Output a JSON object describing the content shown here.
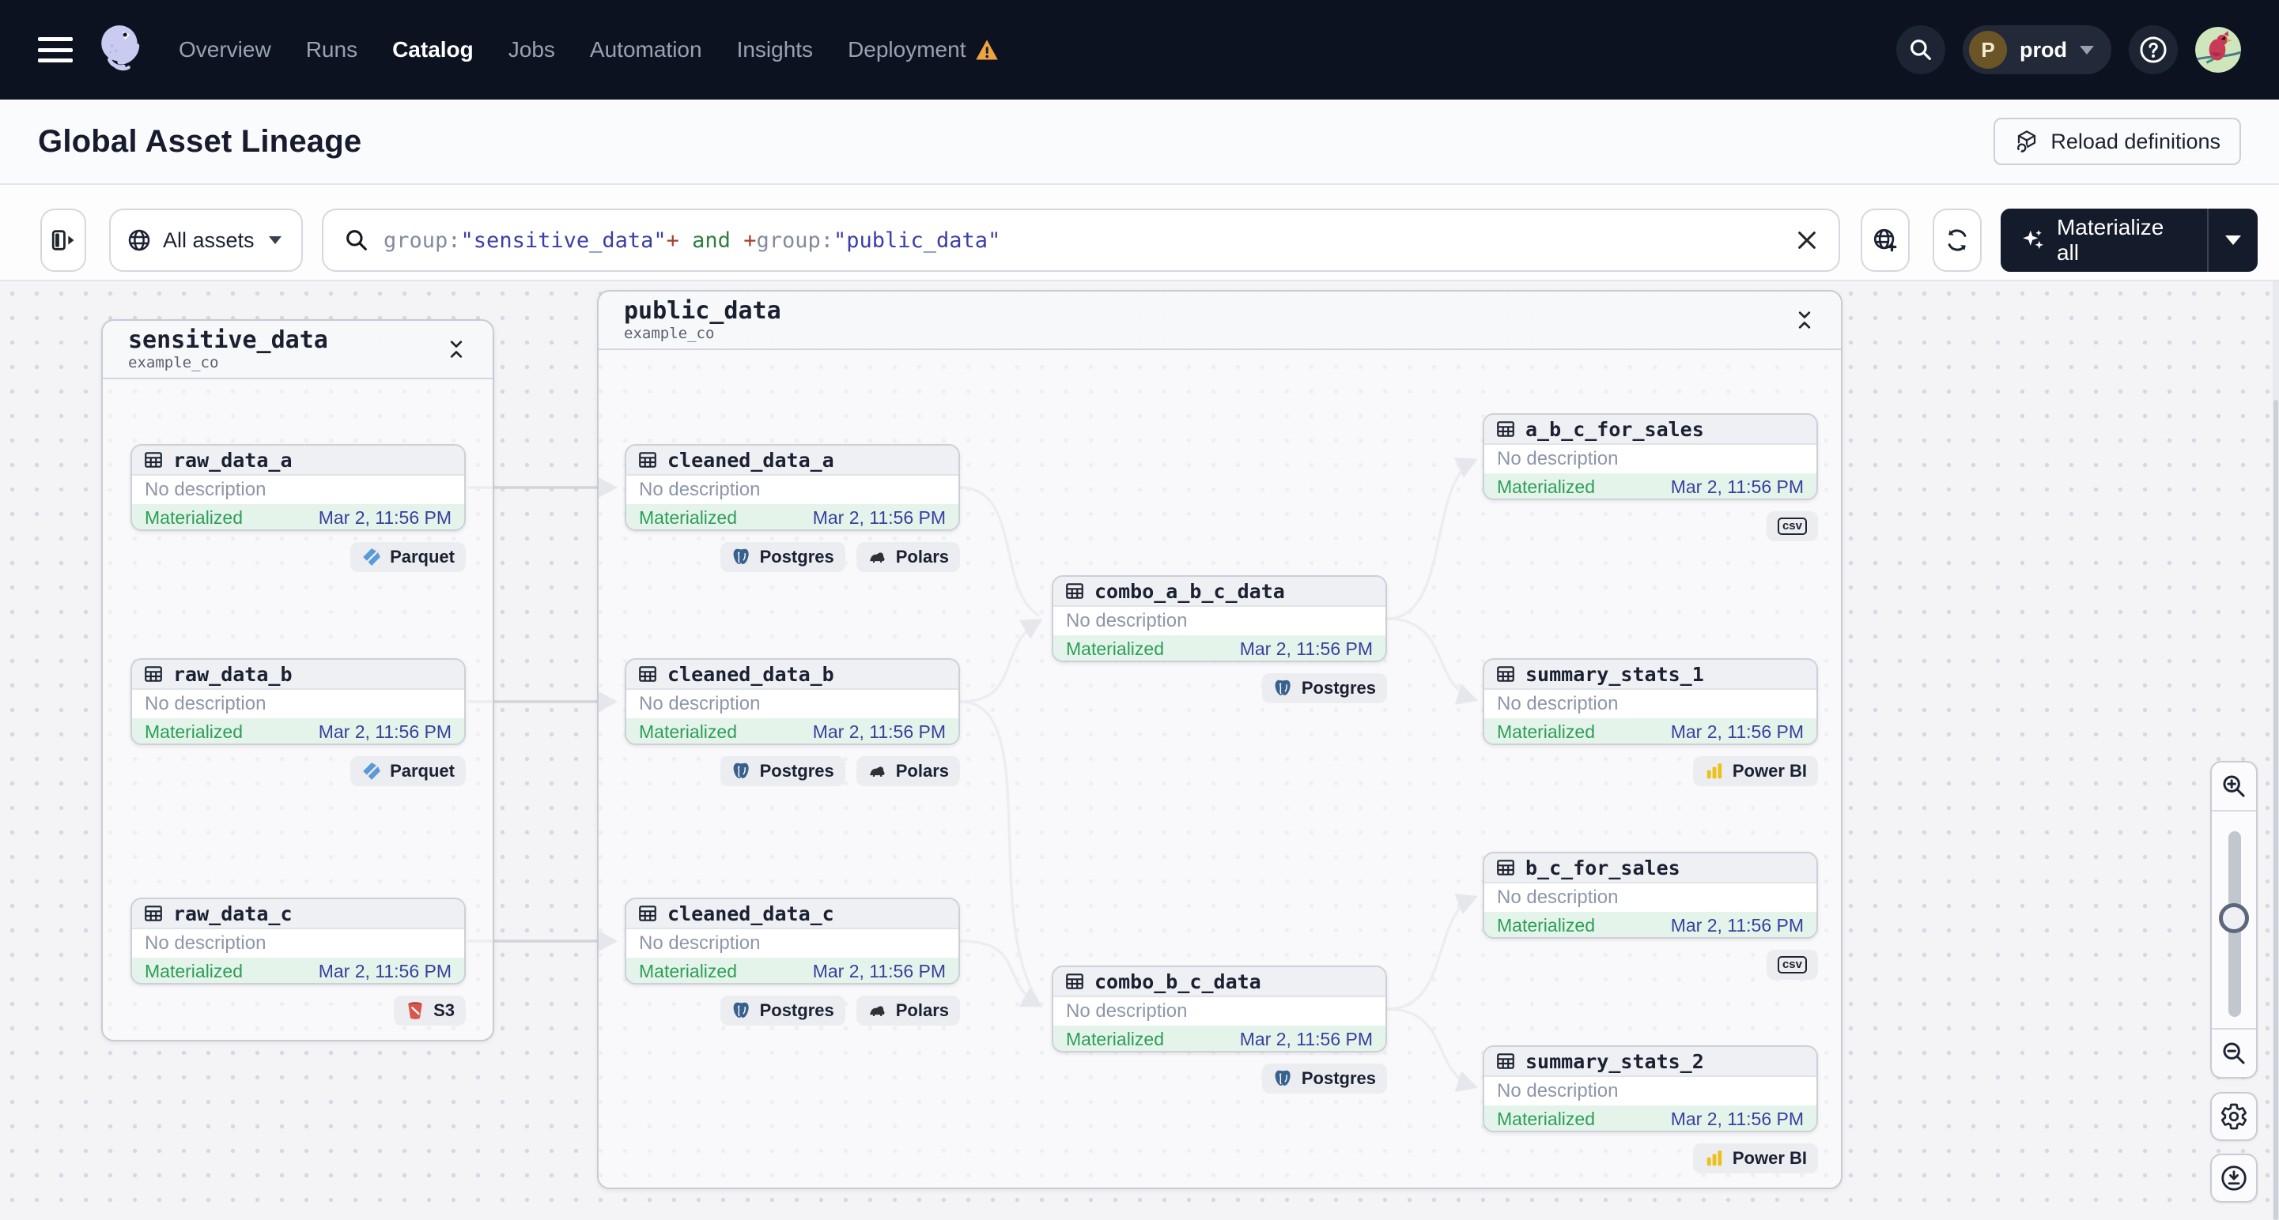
{
  "topnav": {
    "items": [
      {
        "label": "Overview",
        "active": false
      },
      {
        "label": "Runs",
        "active": false
      },
      {
        "label": "Catalog",
        "active": true
      },
      {
        "label": "Jobs",
        "active": false
      },
      {
        "label": "Automation",
        "active": false
      },
      {
        "label": "Insights",
        "active": false
      },
      {
        "label": "Deployment",
        "active": false,
        "warning": true
      }
    ],
    "environment": {
      "initial": "P",
      "name": "prod"
    }
  },
  "header": {
    "title": "Global Asset Lineage",
    "reload_button_label": "Reload definitions"
  },
  "toolbar": {
    "scope_button_label": "All assets",
    "search_query": "group:\"sensitive_data\"+ and +group:\"public_data\"",
    "search_segments": [
      {
        "text": "group:",
        "type": "field"
      },
      {
        "text": "\"sensitive_data\"",
        "type": "string"
      },
      {
        "text": "+",
        "type": "operator"
      },
      {
        "text": " and ",
        "type": "keyword"
      },
      {
        "text": "+",
        "type": "operator"
      },
      {
        "text": "group:",
        "type": "field"
      },
      {
        "text": "\"public_data\"",
        "type": "string"
      }
    ],
    "materialize_button_label": "Materialize all"
  },
  "lineage": {
    "groups": [
      {
        "name": "sensitive_data",
        "subtitle": "example_co"
      },
      {
        "name": "public_data",
        "subtitle": "example_co"
      }
    ],
    "nodes": [
      {
        "name": "raw_data_a",
        "description": "No description",
        "status": "Materialized",
        "timestamp": "Mar 2, 11:56 PM",
        "badges": [
          {
            "label": "Parquet",
            "icon": "parquet-icon"
          }
        ]
      },
      {
        "name": "raw_data_b",
        "description": "No description",
        "status": "Materialized",
        "timestamp": "Mar 2, 11:56 PM",
        "badges": [
          {
            "label": "Parquet",
            "icon": "parquet-icon"
          }
        ]
      },
      {
        "name": "raw_data_c",
        "description": "No description",
        "status": "Materialized",
        "timestamp": "Mar 2, 11:56 PM",
        "badges": [
          {
            "label": "S3",
            "icon": "s3-icon"
          }
        ]
      },
      {
        "name": "cleaned_data_a",
        "description": "No description",
        "status": "Materialized",
        "timestamp": "Mar 2, 11:56 PM",
        "badges": [
          {
            "label": "Postgres",
            "icon": "postgres-icon"
          },
          {
            "label": "Polars",
            "icon": "polars-icon"
          }
        ]
      },
      {
        "name": "cleaned_data_b",
        "description": "No description",
        "status": "Materialized",
        "timestamp": "Mar 2, 11:56 PM",
        "badges": [
          {
            "label": "Postgres",
            "icon": "postgres-icon"
          },
          {
            "label": "Polars",
            "icon": "polars-icon"
          }
        ]
      },
      {
        "name": "cleaned_data_c",
        "description": "No description",
        "status": "Materialized",
        "timestamp": "Mar 2, 11:56 PM",
        "badges": [
          {
            "label": "Postgres",
            "icon": "postgres-icon"
          },
          {
            "label": "Polars",
            "icon": "polars-icon"
          }
        ]
      },
      {
        "name": "combo_a_b_c_data",
        "description": "No description",
        "status": "Materialized",
        "timestamp": "Mar 2, 11:56 PM",
        "badges": [
          {
            "label": "Postgres",
            "icon": "postgres-icon"
          }
        ]
      },
      {
        "name": "combo_b_c_data",
        "description": "No description",
        "status": "Materialized",
        "timestamp": "Mar 2, 11:56 PM",
        "badges": [
          {
            "label": "Postgres",
            "icon": "postgres-icon"
          }
        ]
      },
      {
        "name": "a_b_c_for_sales",
        "description": "No description",
        "status": "Materialized",
        "timestamp": "Mar 2, 11:56 PM",
        "badges": [
          {
            "label": "csv",
            "icon": "csv-icon"
          }
        ]
      },
      {
        "name": "summary_stats_1",
        "description": "No description",
        "status": "Materialized",
        "timestamp": "Mar 2, 11:56 PM",
        "badges": [
          {
            "label": "Power BI",
            "icon": "powerbi-icon"
          }
        ]
      },
      {
        "name": "b_c_for_sales",
        "description": "No description",
        "status": "Materialized",
        "timestamp": "Mar 2, 11:56 PM",
        "badges": [
          {
            "label": "csv",
            "icon": "csv-icon"
          }
        ]
      },
      {
        "name": "summary_stats_2",
        "description": "No description",
        "status": "Materialized",
        "timestamp": "Mar 2, 11:56 PM",
        "badges": [
          {
            "label": "Power BI",
            "icon": "powerbi-icon"
          }
        ]
      }
    ]
  },
  "colors": {
    "topnav_bg": "#0d1221",
    "dark_button_bg": "#141b2b",
    "status_green": "#2d9e56",
    "status_green_bg": "#e4f4ea",
    "timestamp_indigo": "#383f9e",
    "warning_orange": "#efa43d",
    "query_field": "#838b9c",
    "query_string": "#3b3ea6",
    "query_operator": "#a33d2f",
    "query_keyword": "#2f7d3f"
  }
}
